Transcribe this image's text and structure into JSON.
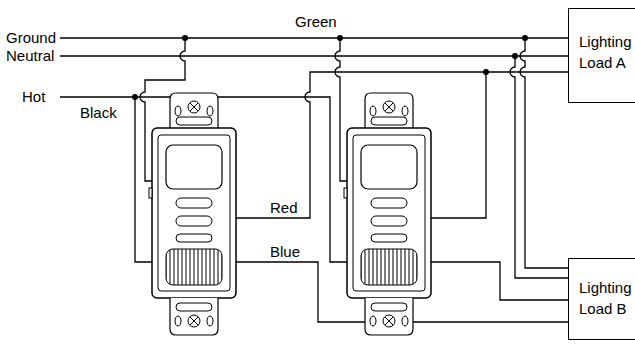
{
  "diagram": {
    "nodes": [
      {
        "text": [
          "Lighting Load A"
        ]
      },
      {
        "text": [
          "Lighting Load B"
        ]
      }
    ],
    "labels": [
      "Ground",
      "Neutral",
      "Hot",
      "Black",
      "Green",
      "Red",
      "Blue"
    ]
  }
}
